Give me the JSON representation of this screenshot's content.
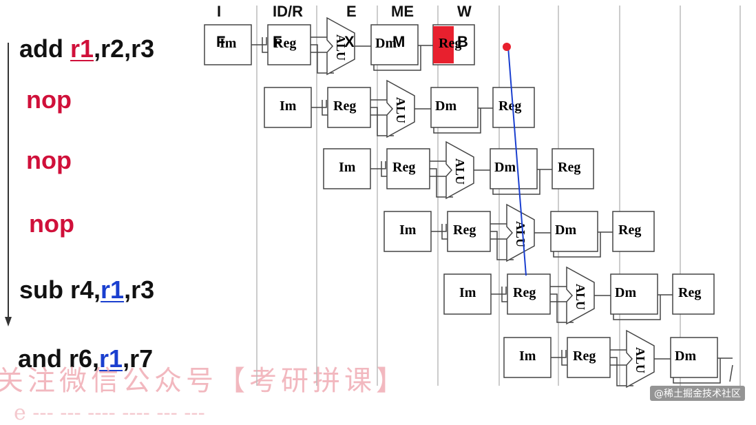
{
  "stages": [
    "I",
    "ID/R",
    "E",
    "ME",
    "W"
  ],
  "stage_overlay": [
    "F",
    "F",
    "X",
    "M",
    "B"
  ],
  "instructions": [
    {
      "op": "add",
      "dest": "r1",
      "rest": ",r2,r3"
    },
    {
      "op": "nop"
    },
    {
      "op": "nop"
    },
    {
      "op": "nop"
    },
    {
      "pre": "sub r4,",
      "src": "r1",
      "post": ",r3"
    },
    {
      "pre": "and r6,",
      "src": "r1",
      "post": ",r7"
    }
  ],
  "boxes": {
    "im": "Im",
    "reg": "Reg",
    "alu": "ALU",
    "dm": "Dm"
  },
  "watermark": "关注微信公众号【考研拼课】",
  "watermark2": "e  --- ---  ---- ---- --- ---",
  "credit": "@稀土掘金技术社区",
  "colors": {
    "highlight": "#e8202e",
    "dependency_line": "#1a3fcf",
    "nop": "#d0103a",
    "dest_reg": "#d0103a",
    "src_reg": "#1a3fcf"
  }
}
